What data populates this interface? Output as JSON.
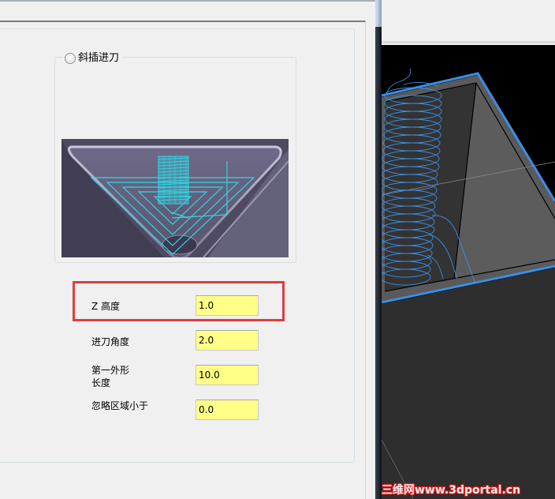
{
  "dialog": {
    "method_group": {
      "radio_label": "斜插进刀",
      "radio_selected": false,
      "preview_image": "ramp-entry-toolpath-preview"
    },
    "fields": [
      {
        "label": "Z 高度",
        "value": "1.0",
        "highlighted": true
      },
      {
        "label": "进刀角度",
        "value": "2.0",
        "highlighted": false
      },
      {
        "label_line1": "第一外形",
        "label_line2": "长度",
        "value": "10.0",
        "highlighted": false
      },
      {
        "label": "忽略区域小于",
        "value": "0.0",
        "highlighted": false
      }
    ]
  },
  "viewport": {
    "content": "3d-pocket-helical-toolpath",
    "watermark": "三维网www.3dportal.cn"
  },
  "colors": {
    "input_bg": "#ffff88",
    "highlight_border": "#e03c3c",
    "toolpath_blue": "#3a8ee6",
    "preview_cyan": "#27d3e0",
    "viewport_bg": "#000000"
  }
}
